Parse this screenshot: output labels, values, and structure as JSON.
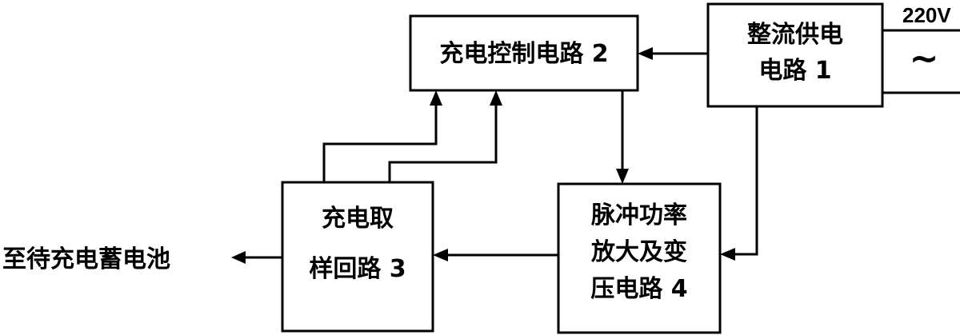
{
  "blocks": {
    "rectifier": {
      "line1": "整流供电",
      "line2": "电路 1"
    },
    "charge_control": {
      "label": "充电控制电路 2"
    },
    "sampling": {
      "line1": "充电取",
      "line2": "样回路 3"
    },
    "pulse_amp": {
      "line1": "脉冲功率",
      "line2": "放大及变",
      "line3": "压电路 4"
    }
  },
  "input": {
    "voltage": "220V",
    "ac_symbol": "~"
  },
  "output": {
    "label": "至待充电蓄电池"
  }
}
